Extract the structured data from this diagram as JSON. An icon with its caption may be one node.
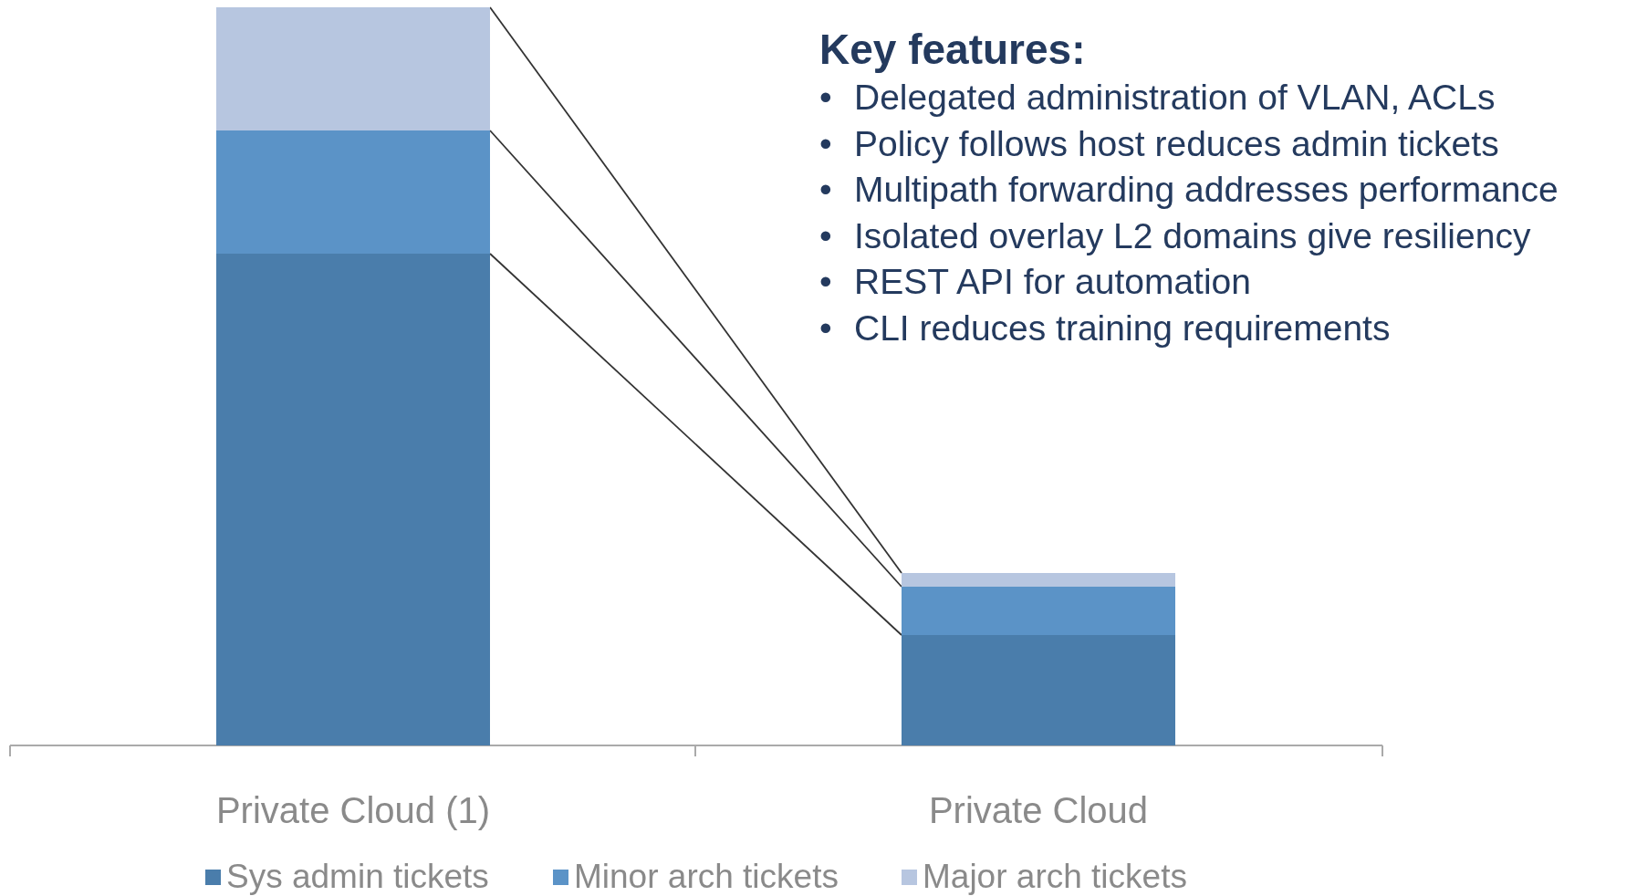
{
  "diagram": {
    "nodes": [
      {
        "text": [],
        "shape": "bar"
      },
      {
        "text": [],
        "shape": "bar"
      },
      {
        "text": [],
        "shape": "bar"
      },
      {
        "text": [],
        "shape": "bar"
      },
      {
        "text": [],
        "shape": "bar"
      },
      {
        "text": [],
        "shape": "bar"
      }
    ],
    "edges": [
      {
        "from": 0,
        "to": 3,
        "arrow": "none"
      },
      {
        "from": 1,
        "to": 4,
        "arrow": "none"
      },
      {
        "from": 2,
        "to": 5,
        "arrow": "none"
      }
    ],
    "labels": [
      "Key features:",
      "•",
      "Delegated administration of VLAN, ACLs",
      "•",
      "Policy follows host reduces admin tickets",
      "•",
      "Multipath forwarding addresses performance",
      "•",
      "Isolated overlay L2 domains give resiliency",
      "•",
      "REST API for automation",
      "•",
      "CLI reduces training requirements",
      "Private Cloud (1)",
      "Private Cloud"
    ],
    "legend": [
      {
        "text": "Sys admin tickets",
        "color": "#4a7dab"
      },
      {
        "text": "Minor arch tickets",
        "color": "#5b93c7"
      },
      {
        "text": "Major arch tickets",
        "color": "#b7c6e0"
      }
    ]
  }
}
